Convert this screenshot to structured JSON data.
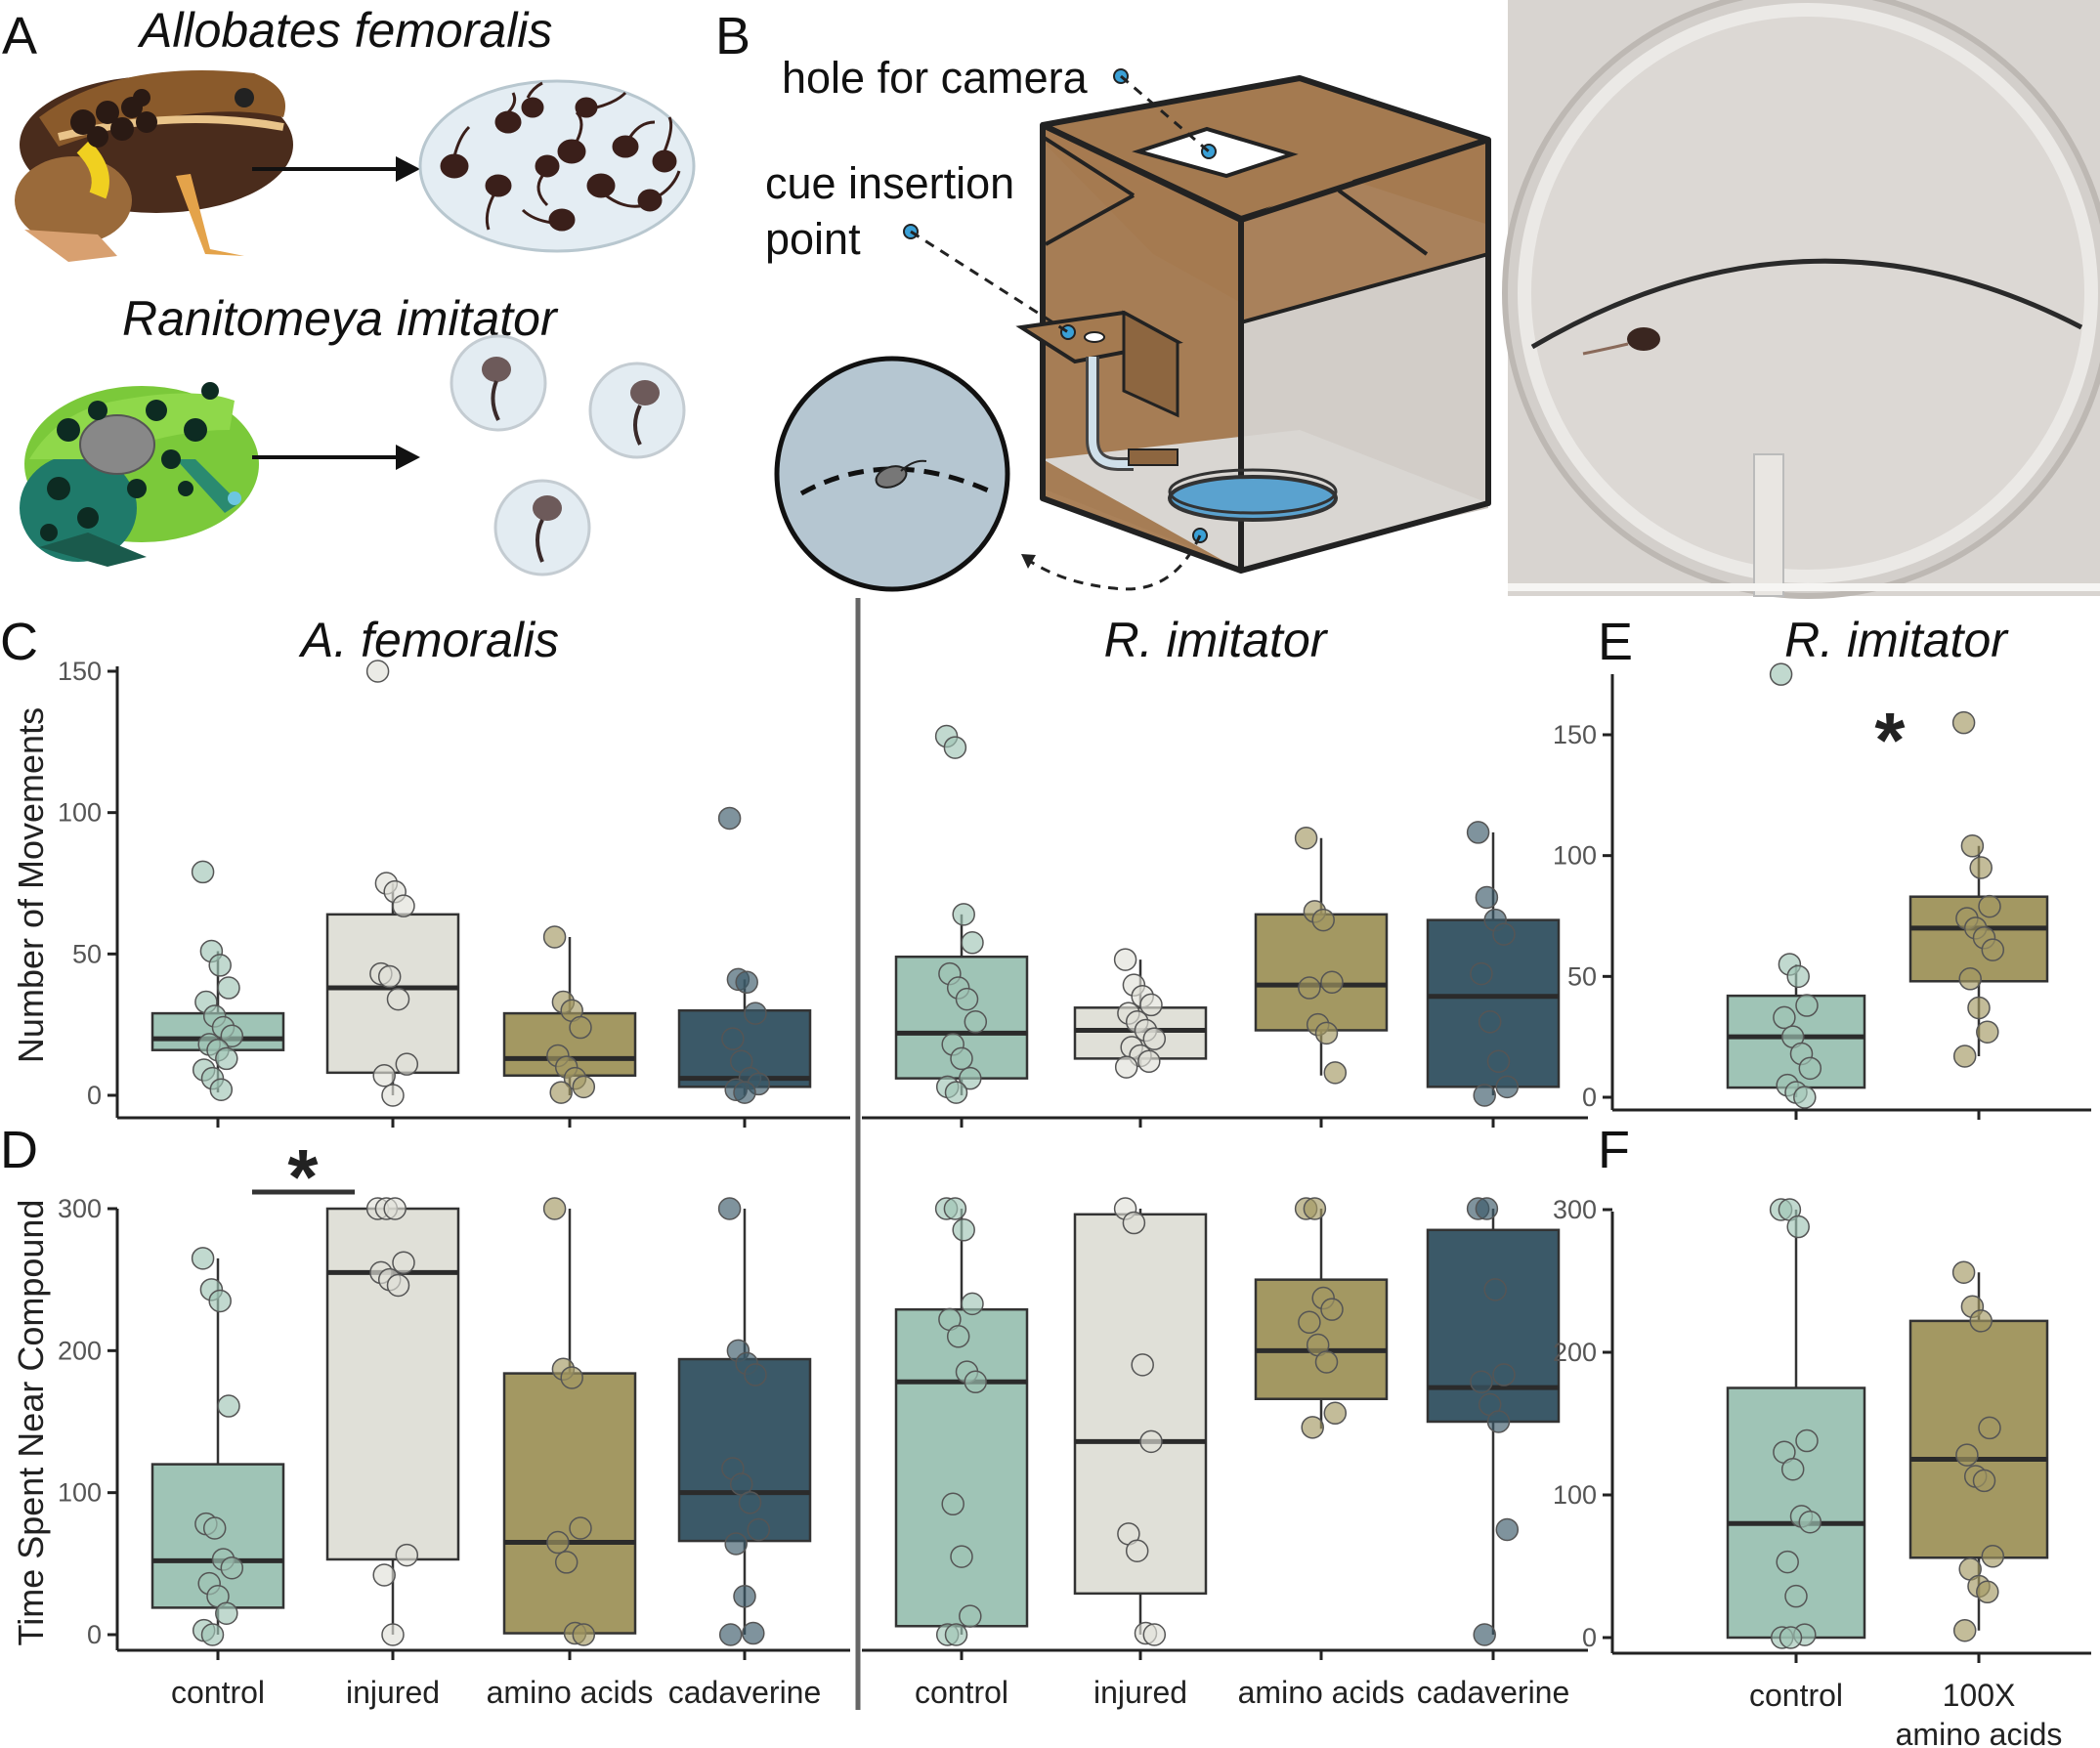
{
  "panels": {
    "A": {
      "label": "A",
      "species": [
        {
          "name": "Allobates femoralis",
          "icon": "frog-brown-illustration"
        },
        {
          "name": "Ranitomeya imitator",
          "icon": "frog-green-illustration"
        }
      ],
      "arrow_icon": "arrow-right-icon"
    },
    "B": {
      "label": "B",
      "annotations": {
        "camera": "hole for camera",
        "cue_line1": "cue insertion",
        "cue_line2": "point"
      },
      "box_icon": "experimental-box-illustration"
    },
    "photo": {
      "description_icon": "petri-dish-photo"
    }
  },
  "colors": {
    "control": "#9fc4b6",
    "injured": "#e0e0d8",
    "amino": "#a39862",
    "cadaverine": "#3b5968",
    "amino100x": "#a39862"
  },
  "chart_data": [
    {
      "type": "box",
      "panel": "C",
      "title": "A. femoralis",
      "ylabel": "Number of Movements",
      "ylim": [
        0,
        150
      ],
      "yticks": [
        0,
        50,
        100,
        150
      ],
      "categories": [
        "control",
        "injured",
        "amino acids",
        "cadaverine"
      ],
      "boxes": [
        {
          "q1": 16,
          "median": 20,
          "q3": 29,
          "whisker_low": 1,
          "whisker_high": 51,
          "points": [
            79,
            51,
            46,
            38,
            33,
            28,
            24,
            21,
            18,
            16,
            13,
            9,
            6,
            2
          ]
        },
        {
          "q1": 8,
          "median": 38,
          "q3": 64,
          "whisker_low": 0,
          "whisker_high": 75,
          "points": [
            150,
            75,
            72,
            67,
            43,
            42,
            34,
            11,
            7,
            0
          ]
        },
        {
          "q1": 7,
          "median": 13,
          "q3": 29,
          "whisker_low": 0,
          "whisker_high": 56,
          "points": [
            56,
            33,
            30,
            24,
            14,
            10,
            6,
            3,
            1
          ]
        },
        {
          "q1": 3,
          "median": 6,
          "q3": 30,
          "whisker_low": 0,
          "whisker_high": 41,
          "points": [
            98,
            41,
            40,
            29,
            20,
            12,
            6,
            4,
            2,
            1
          ]
        }
      ]
    },
    {
      "type": "box",
      "panel": "C",
      "title": "R. imitator",
      "ylim": [
        0,
        150
      ],
      "categories": [
        "control",
        "injured",
        "amino acids",
        "cadaverine"
      ],
      "boxes": [
        {
          "q1": 6,
          "median": 22,
          "q3": 49,
          "whisker_low": 0,
          "whisker_high": 64,
          "points": [
            127,
            123,
            64,
            54,
            43,
            38,
            34,
            26,
            18,
            13,
            6,
            3,
            1
          ]
        },
        {
          "q1": 13,
          "median": 23,
          "q3": 31,
          "whisker_low": 10,
          "whisker_high": 48,
          "points": [
            48,
            39,
            35,
            32,
            29,
            26,
            23,
            20,
            17,
            14,
            12,
            10
          ]
        },
        {
          "q1": 23,
          "median": 39,
          "q3": 64,
          "whisker_low": 7,
          "whisker_high": 91,
          "points": [
            91,
            65,
            62,
            40,
            38,
            25,
            22,
            8
          ]
        },
        {
          "q1": 3,
          "median": 35,
          "q3": 62,
          "whisker_low": 0,
          "whisker_high": 93,
          "points": [
            93,
            70,
            62,
            57,
            43,
            26,
            12,
            3,
            0
          ]
        }
      ]
    },
    {
      "type": "box",
      "panel": "D",
      "ylabel": "Time Spent Near Compound",
      "ylim": [
        0,
        300
      ],
      "yticks": [
        0,
        100,
        200,
        300
      ],
      "categories": [
        "control",
        "injured",
        "amino acids",
        "cadaverine"
      ],
      "annotation": "*",
      "boxes": [
        {
          "q1": 19,
          "median": 52,
          "q3": 120,
          "whisker_low": 0,
          "whisker_high": 265,
          "points": [
            265,
            243,
            235,
            161,
            78,
            75,
            53,
            47,
            36,
            27,
            15,
            3,
            0
          ]
        },
        {
          "q1": 53,
          "median": 255,
          "q3": 300,
          "whisker_low": 0,
          "whisker_high": 300,
          "points": [
            300,
            300,
            300,
            262,
            255,
            250,
            246,
            56,
            42,
            0
          ]
        },
        {
          "q1": 1,
          "median": 65,
          "q3": 184,
          "whisker_low": 0,
          "whisker_high": 300,
          "points": [
            300,
            187,
            181,
            75,
            65,
            51,
            1,
            0
          ]
        },
        {
          "q1": 66,
          "median": 100,
          "q3": 194,
          "whisker_low": 0,
          "whisker_high": 300,
          "points": [
            300,
            200,
            191,
            183,
            117,
            106,
            93,
            74,
            64,
            27,
            1,
            0
          ]
        }
      ]
    },
    {
      "type": "box",
      "panel": "D",
      "ylim": [
        0,
        300
      ],
      "categories": [
        "control",
        "injured",
        "amino acids",
        "cadaverine"
      ],
      "boxes": [
        {
          "q1": 6,
          "median": 178,
          "q3": 229,
          "whisker_low": 0,
          "whisker_high": 300,
          "points": [
            300,
            300,
            285,
            233,
            222,
            210,
            185,
            178,
            92,
            55,
            13,
            0,
            0
          ]
        },
        {
          "q1": 29,
          "median": 136,
          "q3": 296,
          "whisker_low": 0,
          "whisker_high": 300,
          "points": [
            300,
            290,
            190,
            136,
            71,
            59,
            1,
            0
          ]
        },
        {
          "q1": 166,
          "median": 200,
          "q3": 250,
          "whisker_low": 145,
          "whisker_high": 300,
          "points": [
            300,
            300,
            237,
            229,
            220,
            204,
            192,
            156,
            146
          ]
        },
        {
          "q1": 150,
          "median": 174,
          "q3": 285,
          "whisker_low": 0,
          "whisker_high": 300,
          "points": [
            300,
            300,
            243,
            183,
            178,
            162,
            150,
            74,
            0
          ]
        }
      ]
    },
    {
      "type": "box",
      "panel": "E",
      "title": "R. imitator",
      "ylim": [
        0,
        175
      ],
      "yticks": [
        0,
        50,
        100,
        150
      ],
      "categories": [
        "control",
        "100X amino acids"
      ],
      "annotation": "*",
      "boxes": [
        {
          "q1": 4,
          "median": 25,
          "q3": 42,
          "whisker_low": 0,
          "whisker_high": 55,
          "points": [
            175,
            55,
            50,
            38,
            33,
            25,
            18,
            12,
            5,
            2,
            0
          ]
        },
        {
          "q1": 48,
          "median": 70,
          "q3": 83,
          "whisker_low": 17,
          "whisker_high": 104,
          "points": [
            155,
            104,
            95,
            79,
            74,
            70,
            66,
            61,
            49,
            37,
            27,
            17
          ]
        }
      ]
    },
    {
      "type": "box",
      "panel": "F",
      "ylim": [
        0,
        300
      ],
      "yticks": [
        0,
        100,
        200,
        300
      ],
      "categories": [
        "control",
        "100X amino acids"
      ],
      "boxes": [
        {
          "q1": 0,
          "median": 80,
          "q3": 175,
          "whisker_low": 0,
          "whisker_high": 300,
          "points": [
            300,
            300,
            288,
            138,
            130,
            118,
            85,
            81,
            53,
            29,
            2,
            0,
            0
          ]
        },
        {
          "q1": 56,
          "median": 125,
          "q3": 222,
          "whisker_low": 5,
          "whisker_high": 256,
          "points": [
            256,
            232,
            222,
            147,
            128,
            113,
            110,
            57,
            48,
            36,
            32,
            5
          ]
        }
      ]
    }
  ],
  "panel_labels": {
    "C": "C",
    "D": "D",
    "E": "E",
    "F": "F"
  }
}
